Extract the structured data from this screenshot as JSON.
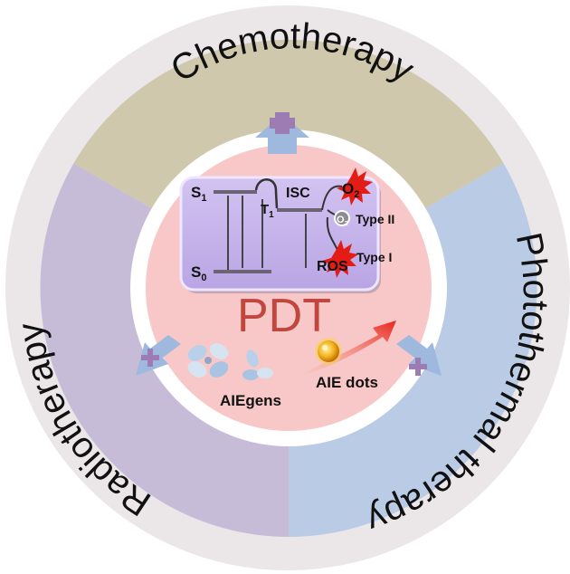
{
  "labels": {
    "chemotherapy": "Chemotherapy",
    "photothermal": "Photothermal therapy",
    "radiotherapy": "Radiotherapy",
    "pdt": "PDT",
    "aiegens": "AIEgens",
    "aie_dots": "AIE dots"
  },
  "jablonski": {
    "s1": "S",
    "s1_sub": "1",
    "s0": "S",
    "s0_sub": "0",
    "t1": "T",
    "t1_sub": "1",
    "isc": "ISC",
    "o2": "O",
    "o2_sub": "2",
    "o2_small": "O",
    "o2_small_sub": "2",
    "ros": "ROS",
    "type_ii": "Type II",
    "type_i": "Type I"
  },
  "colors": {
    "chemo_segment": "#cfc8ad",
    "photothermal_segment": "#b9cbe5",
    "radio_segment": "#c7bcd8",
    "inner_circle": "#f8c8c8",
    "jablonski_box": "#c7b6ec",
    "plus": "#9d7cb3",
    "arrow": "#9fb8dd"
  }
}
